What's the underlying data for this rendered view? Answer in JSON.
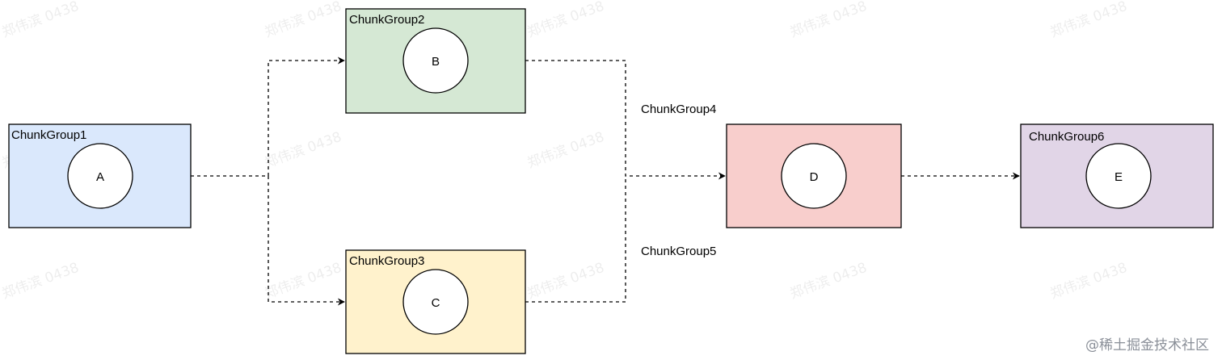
{
  "diagram": {
    "groups": [
      {
        "id": "g1",
        "label": "ChunkGroup1",
        "fill": "#dae8fc",
        "stroke": "#000000",
        "node": "A"
      },
      {
        "id": "g2",
        "label": "ChunkGroup2",
        "fill": "#d5e8d4",
        "stroke": "#000000",
        "node": "B"
      },
      {
        "id": "g3",
        "label": "ChunkGroup3",
        "fill": "#fff2cc",
        "stroke": "#000000",
        "node": "C"
      },
      {
        "id": "g4",
        "label": "",
        "fill": "#f8cecc",
        "stroke": "#000000",
        "node": "D"
      },
      {
        "id": "g6",
        "label": "ChunkGroup6",
        "fill": "#e1d5e7",
        "stroke": "#000000",
        "node": "E"
      }
    ],
    "edge_labels": {
      "upper": "ChunkGroup4",
      "lower": "ChunkGroup5"
    },
    "edges": [
      {
        "from": "A",
        "to": "B"
      },
      {
        "from": "A",
        "to": "C"
      },
      {
        "from": "B",
        "to": "D"
      },
      {
        "from": "C",
        "to": "D"
      },
      {
        "from": "D",
        "to": "E"
      }
    ]
  },
  "watermark": {
    "text": "郑伟滨 0438"
  },
  "credit": {
    "text": "@稀土掘金技术社区"
  }
}
